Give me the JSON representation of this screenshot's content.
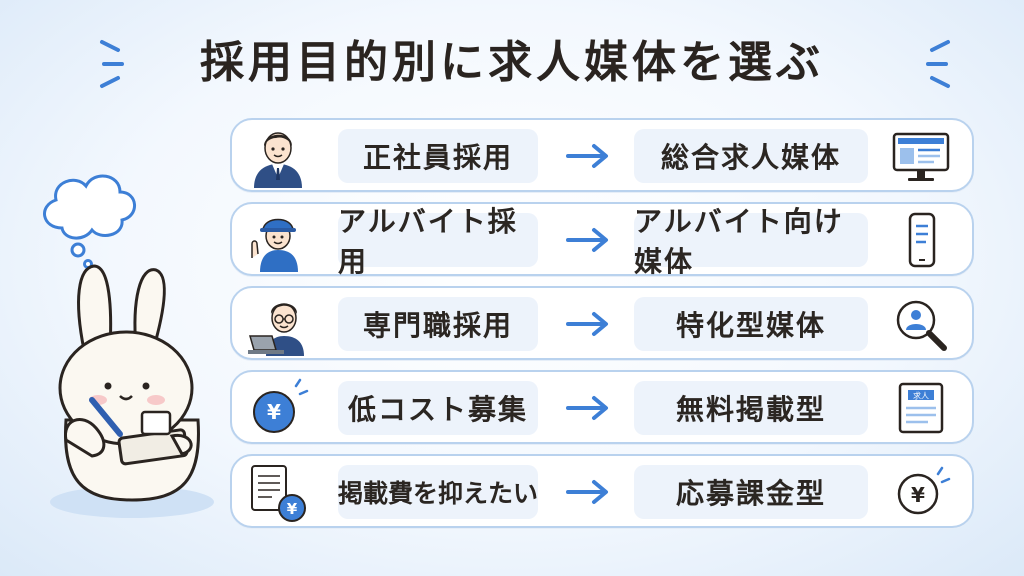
{
  "title": "採用目的別に求人媒体を選ぶ",
  "colors": {
    "accent": "#3d7fd6",
    "navy": "#2f4f86",
    "border": "#b9d2ee",
    "pill": "#edf3fb",
    "text": "#2b2622"
  },
  "rows": [
    {
      "purpose": "正社員採用",
      "media": "総合求人媒体",
      "avatar_icon": "businessman-icon",
      "media_icon": "monitor-icon"
    },
    {
      "purpose": "アルバイト採用",
      "media": "アルバイト向け媒体",
      "avatar_icon": "waving-worker-icon",
      "media_icon": "smartphone-icon"
    },
    {
      "purpose": "専門職採用",
      "media": "特化型媒体",
      "avatar_icon": "professional-laptop-icon",
      "media_icon": "magnifier-person-icon"
    },
    {
      "purpose": "低コスト募集",
      "media": "無料掲載型",
      "avatar_icon": "yen-coin-icon",
      "media_icon": "job-posting-icon"
    },
    {
      "purpose": "掲載費を抑えたい",
      "media": "応募課金型",
      "avatar_icon": "document-yen-icon",
      "media_icon": "yen-coin-icon"
    }
  ],
  "posting_label": "求人",
  "yen": "¥"
}
